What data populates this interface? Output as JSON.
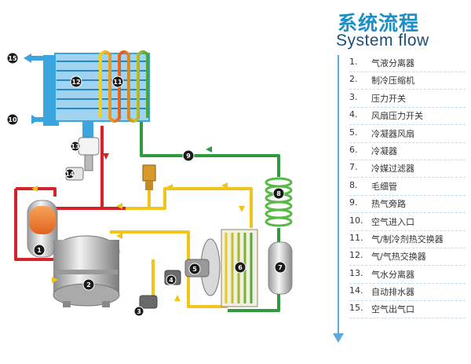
{
  "title": {
    "cn": "系统流程",
    "en": "System flow"
  },
  "legend": [
    {
      "num": "1.",
      "label": "气液分离器"
    },
    {
      "num": "2.",
      "label": "制冷压缩机"
    },
    {
      "num": "3.",
      "label": "压力开关"
    },
    {
      "num": "4.",
      "label": "风扇压力开关"
    },
    {
      "num": "5.",
      "label": "冷凝器风扇"
    },
    {
      "num": "6.",
      "label": "冷凝器"
    },
    {
      "num": "7.",
      "label": "冷媒过滤器"
    },
    {
      "num": "8.",
      "label": "毛细管"
    },
    {
      "num": "9.",
      "label": "热气旁路"
    },
    {
      "num": "10.",
      "label": "空气进入口"
    },
    {
      "num": "11.",
      "label": "气/制冷剂热交换器"
    },
    {
      "num": "12.",
      "label": "气/气热交换器"
    },
    {
      "num": "13.",
      "label": "气水分离器"
    },
    {
      "num": "14.",
      "label": "自动排水器"
    },
    {
      "num": "15.",
      "label": "空气出气口"
    }
  ],
  "markers": {
    "m1": "1",
    "m2": "2",
    "m3": "3",
    "m4": "4",
    "m5": "5",
    "m6": "6",
    "m7": "7",
    "m8": "8",
    "m9": "9",
    "m10": "10",
    "m11": "11",
    "m12": "12",
    "m13": "13",
    "m14": "14",
    "m15": "15"
  },
  "colors": {
    "hot": "#d4232b",
    "warm": "#f2c318",
    "cool": "#2f9a3e",
    "air": "#3aa6dd",
    "accent": "#1a8fc8"
  }
}
